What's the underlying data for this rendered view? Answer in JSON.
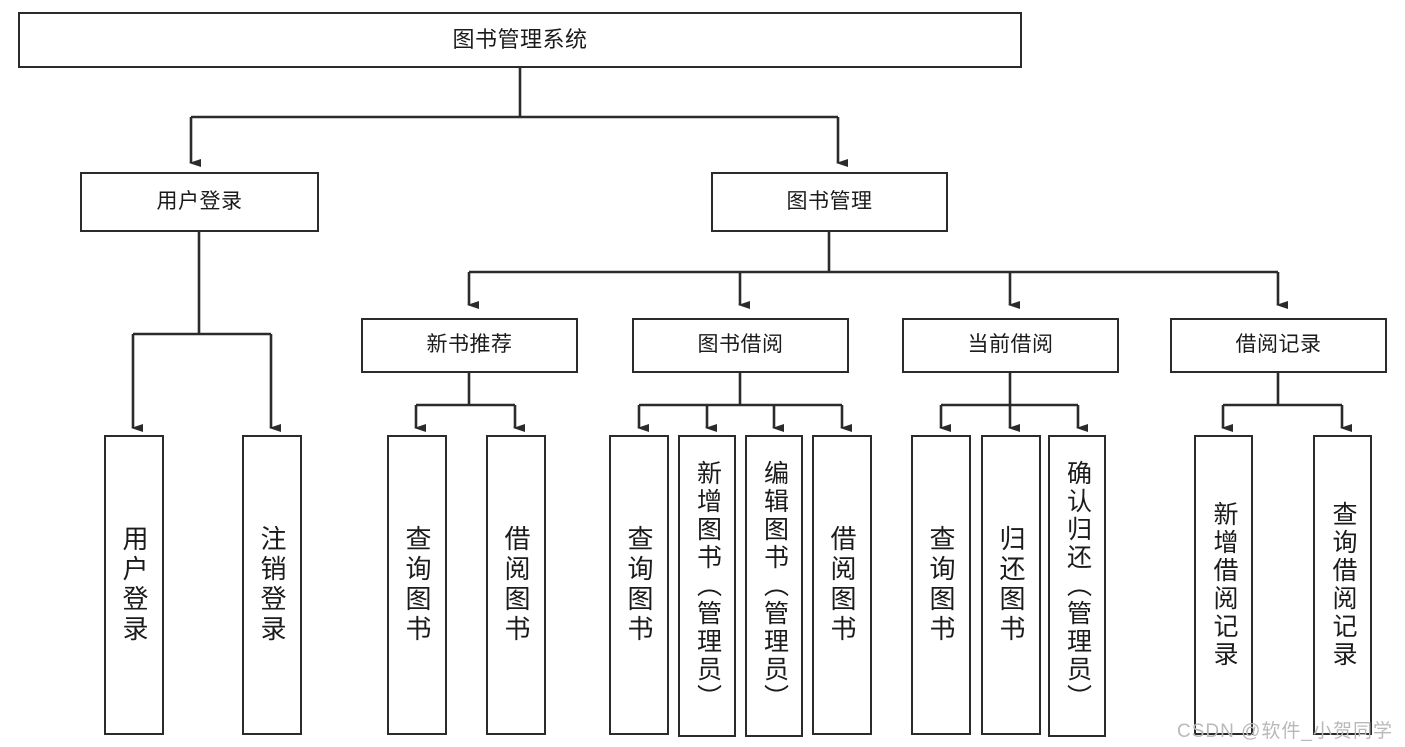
{
  "diagram": {
    "title": "图书管理系统",
    "type": "tree",
    "colors": {
      "stroke": "#2b2b2b",
      "fill": "#ffffff",
      "text": "#1b1b1b",
      "watermark": "#b9b9b9"
    },
    "nodes": {
      "root": {
        "label": "图书管理系统"
      },
      "level2": [
        {
          "id": "user-login",
          "label": "用户登录"
        },
        {
          "id": "book-manage",
          "label": "图书管理"
        }
      ],
      "level3": [
        {
          "id": "new-book-recommend",
          "label": "新书推荐"
        },
        {
          "id": "book-borrow",
          "label": "图书借阅"
        },
        {
          "id": "current-borrow",
          "label": "当前借阅"
        },
        {
          "id": "borrow-record",
          "label": "借阅记录"
        }
      ],
      "leaves": [
        {
          "id": "leaf-user-login",
          "label": "用户登录"
        },
        {
          "id": "leaf-logout-login",
          "label": "注销登录"
        },
        {
          "id": "leaf-query-book-1",
          "label": "查询图书"
        },
        {
          "id": "leaf-borrow-book-1",
          "label": "借阅图书"
        },
        {
          "id": "leaf-query-book-2",
          "label": "查询图书"
        },
        {
          "id": "leaf-add-book",
          "label": "新增图书（管理员）"
        },
        {
          "id": "leaf-edit-book",
          "label": "编辑图书（管理员）"
        },
        {
          "id": "leaf-borrow-book-2",
          "label": "借阅图书"
        },
        {
          "id": "leaf-query-book-3",
          "label": "查询图书"
        },
        {
          "id": "leaf-return-book",
          "label": "归还图书"
        },
        {
          "id": "leaf-confirm-return",
          "label": "确认归还（管理员）"
        },
        {
          "id": "leaf-add-record",
          "label": "新增借阅记录"
        },
        {
          "id": "leaf-query-record",
          "label": "查询借阅记录"
        }
      ]
    },
    "watermark": "CSDN @软件_小贺同学"
  }
}
